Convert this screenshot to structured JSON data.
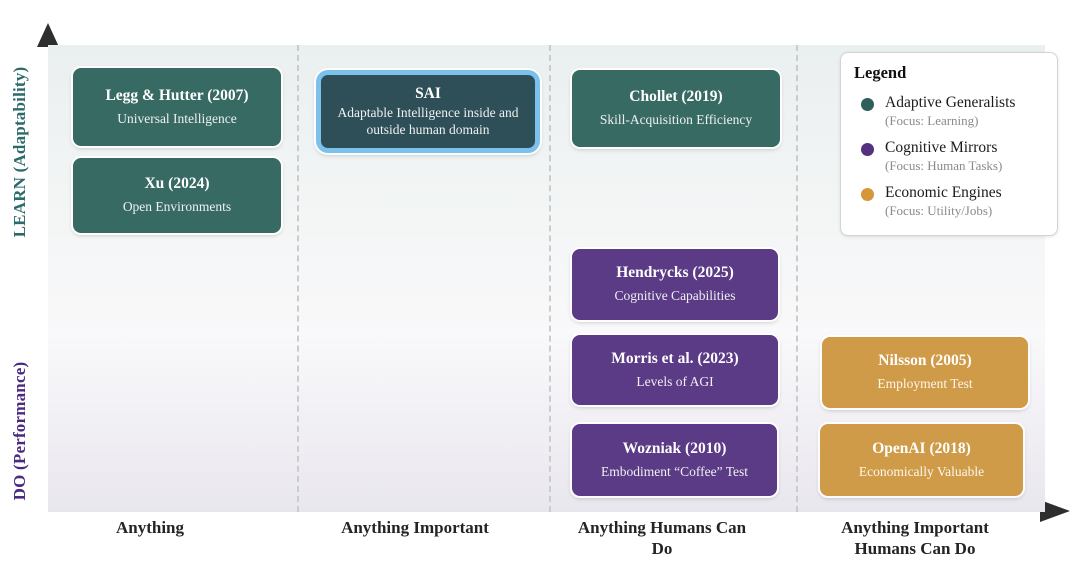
{
  "figure": {
    "y_axis_top_label": "LEARN (Adaptability)",
    "y_axis_bottom_label": "DO (Performance)",
    "x_labels": [
      "Anything",
      "Anything Important",
      "Anything Humans Can Do",
      "Anything Important Humans Can Do"
    ]
  },
  "colors": {
    "teal": "#386a64",
    "purple": "#5b3a86",
    "gold": "#d09b48",
    "sai_fill": "#2e4f57",
    "sai_highlight_ring": "#7cc0ec",
    "y_label_learn": "#2d6a6b",
    "y_label_do": "#4b2b80"
  },
  "boxes": [
    {
      "id": "legg-hutter",
      "title": "Legg & Hutter (2007)",
      "subtitle": "Universal Intelligence",
      "category": "Adaptive Generalists",
      "column": "Anything",
      "highlighted": false
    },
    {
      "id": "xu",
      "title": "Xu (2024)",
      "subtitle": "Open Environments",
      "category": "Adaptive Generalists",
      "column": "Anything",
      "highlighted": false
    },
    {
      "id": "sai",
      "title": "SAI",
      "subtitle": "Adaptable Intelligence inside and outside human domain",
      "category": "Adaptive Generalists",
      "column": "Anything Important",
      "highlighted": true
    },
    {
      "id": "chollet",
      "title": "Chollet (2019)",
      "subtitle": "Skill-Acquisition Efficiency",
      "category": "Adaptive Generalists",
      "column": "Anything Humans Can Do",
      "highlighted": false
    },
    {
      "id": "hendrycks",
      "title": "Hendrycks (2025)",
      "subtitle": "Cognitive Capabilities",
      "category": "Cognitive Mirrors",
      "column": "Anything Humans Can Do",
      "highlighted": false
    },
    {
      "id": "morris",
      "title": "Morris et al. (2023)",
      "subtitle": "Levels of AGI",
      "category": "Cognitive Mirrors",
      "column": "Anything Humans Can Do",
      "highlighted": false
    },
    {
      "id": "wozniak",
      "title": "Wozniak (2010)",
      "subtitle": "Embodiment “Coffee” Test",
      "category": "Cognitive Mirrors",
      "column": "Anything Humans Can Do",
      "highlighted": false
    },
    {
      "id": "nilsson",
      "title": "Nilsson (2005)",
      "subtitle": "Employment Test",
      "category": "Economic Engines",
      "column": "Anything Important Humans Can Do",
      "highlighted": false
    },
    {
      "id": "openai",
      "title": "OpenAI (2018)",
      "subtitle": "Economically Valuable",
      "category": "Economic Engines",
      "column": "Anything Important Humans Can Do",
      "highlighted": false
    }
  ],
  "legend": {
    "title": "Legend",
    "items": [
      {
        "label": "Adaptive Generalists",
        "focus": "(Focus: Learning)",
        "color": "#2e5f5a"
      },
      {
        "label": "Cognitive Mirrors",
        "focus": "(Focus: Human Tasks)",
        "color": "#55307f"
      },
      {
        "label": "Economic Engines",
        "focus": "(Focus: Utility/Jobs)",
        "color": "#d6973b"
      }
    ]
  }
}
